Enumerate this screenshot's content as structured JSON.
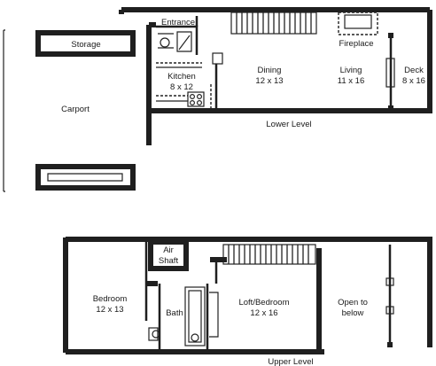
{
  "labels": {
    "entrance": "Entrance",
    "storage": "Storage",
    "fireplace": "Fireplace",
    "dining_name": "Dining",
    "dining_size": "12 x 13",
    "living_name": "Living",
    "living_size": "11 x 16",
    "deck_name": "Deck",
    "deck_size": "8 x 16",
    "kitchen_name": "Kitchen",
    "kitchen_size": "8 x 12",
    "carport": "Carport",
    "lower_level": "Lower Level",
    "air_shaft_1": "Air",
    "air_shaft_2": "Shaft",
    "bedroom_name": "Bedroom",
    "bedroom_size": "12 x 13",
    "bath": "Bath",
    "loft_name": "Loft/Bedroom",
    "loft_size": "12 x 16",
    "open_1": "Open to",
    "open_2": "below",
    "upper_level": "Upper Level"
  }
}
